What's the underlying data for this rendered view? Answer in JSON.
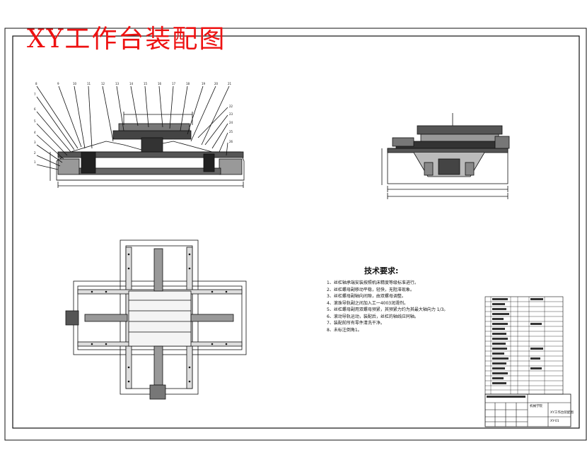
{
  "drawing": {
    "title": "XY工作台装配图",
    "tech_requirements": {
      "heading": "技术要求:",
      "items": [
        "1、丝杠轴承端安装按照机床精度等级标准进行。",
        "2、丝杠螺母副移动平稳，轻快，无阻滞现象。",
        "3、丝杠螺母副轴向间隙，由双螺母调整。",
        "4、滚珠导轨副之间加入工一4003润滑剂。",
        "5、丝杠螺母副用双螺母预紧，其预紧力约为其最大轴向力 1/3。",
        "6、滚动导轨运动，装配后，丝杠的轴线应同轴。",
        "7、装配前所有零件清洗干净。",
        "8、未标注倒角1。"
      ]
    },
    "title_block": {
      "name": "XY工作台装配图",
      "drawing_no": "XY-01",
      "org_label": "机械学院"
    }
  },
  "colors": {
    "line": "#111111",
    "title": "#ee1111"
  },
  "icons": [
    "leader-line",
    "section-hatch",
    "ball-screw",
    "motor"
  ]
}
